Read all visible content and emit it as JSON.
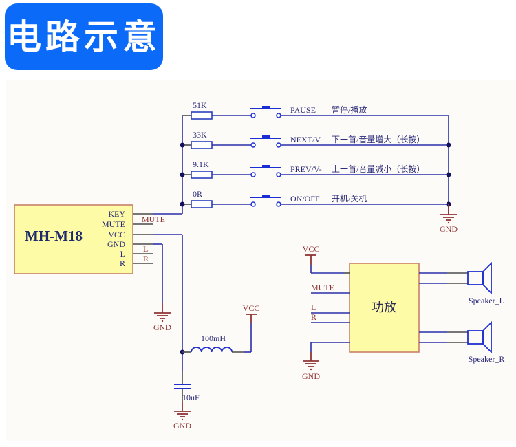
{
  "title": "电路示意",
  "module": {
    "name": "MH-M18",
    "pins": [
      "KEY",
      "MUTE",
      "VCC",
      "GND",
      "L",
      "R"
    ]
  },
  "net_labels": {
    "mute": "MUTE",
    "l": "L",
    "r": "R"
  },
  "buttons": [
    {
      "resistor": "51K",
      "key": "PAUSE",
      "function": "暂停/播放"
    },
    {
      "resistor": "33K",
      "key": "NEXT/V+",
      "function": "下一首/音量增大（长按）"
    },
    {
      "resistor": "9.1K",
      "key": "PREV/V-",
      "function": "上一首/音量减小（长按）"
    },
    {
      "resistor": "0R",
      "key": "ON/OFF",
      "function": "开机/关机"
    }
  ],
  "power": {
    "gnd": "GND",
    "vcc": "VCC"
  },
  "filter": {
    "inductor": "100mH",
    "capacitor": "10uF"
  },
  "amplifier": {
    "name": "功放",
    "inputs": [
      "VCC",
      "MUTE",
      "L",
      "R"
    ]
  },
  "speakers": [
    "Speaker_L",
    "Speaker_R"
  ]
}
